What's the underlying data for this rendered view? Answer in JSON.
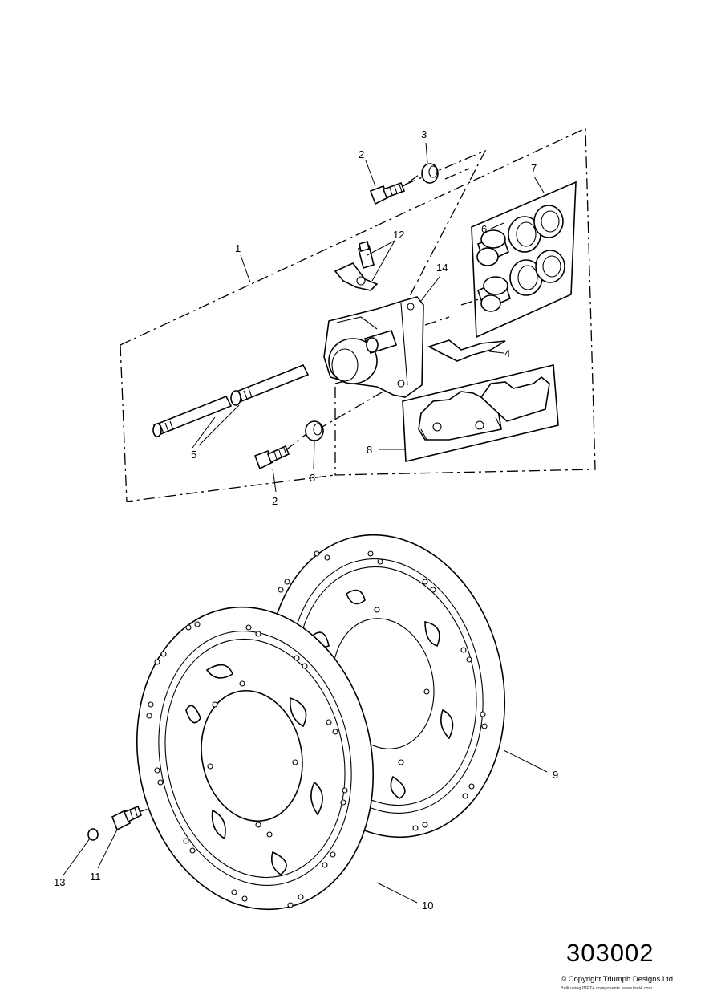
{
  "drawing": {
    "reference_number": "303002",
    "copyright": "© Copyright Triumph Designs Ltd.",
    "built_note": "Built using INET4 components. www.inet4.com"
  },
  "callouts": {
    "c1": "1",
    "c2_top": "2",
    "c2_bottom": "2",
    "c3_top": "3",
    "c3_bottom": "3",
    "c4": "4",
    "c5": "5",
    "c6": "6",
    "c7": "7",
    "c8": "8",
    "c9": "9",
    "c10": "10",
    "c11": "11",
    "c12": "12",
    "c13": "13",
    "c14": "14"
  }
}
